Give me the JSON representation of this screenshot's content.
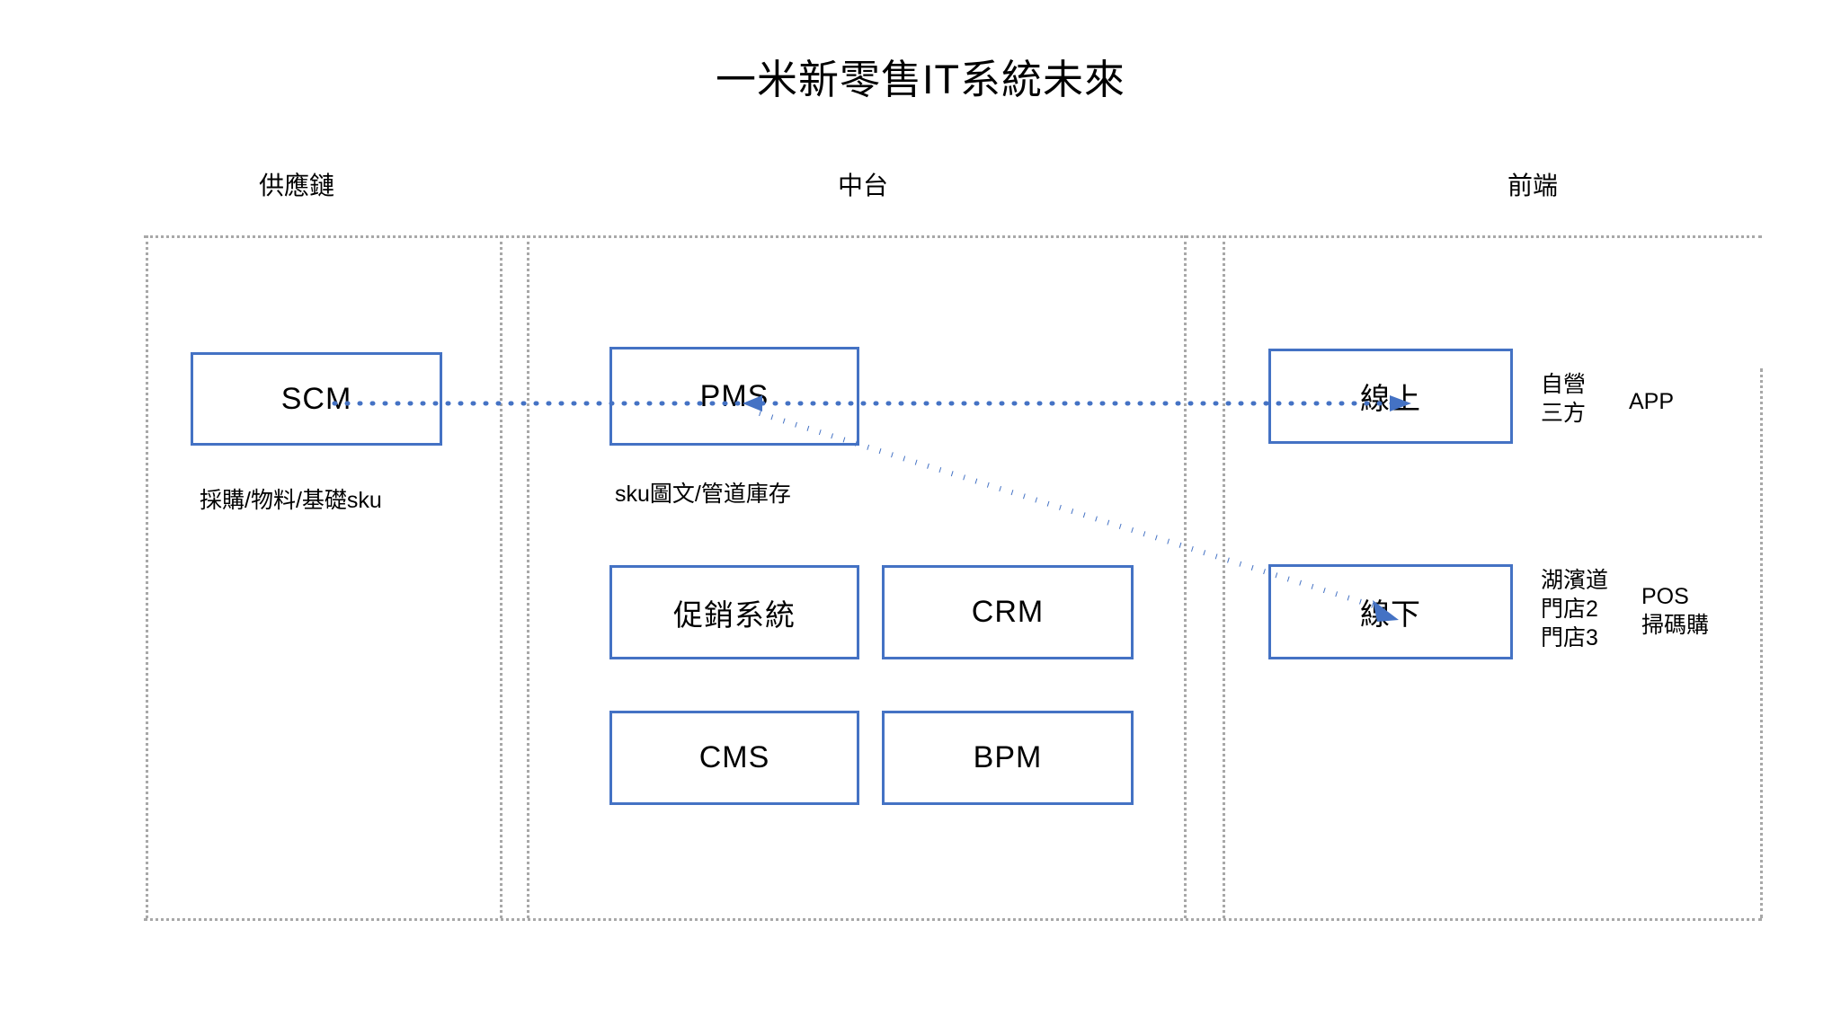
{
  "title": "一米新零售IT系統未來",
  "columns": [
    {
      "id": "supply-chain",
      "label": "供應鏈"
    },
    {
      "id": "middle-platform",
      "label": "中台"
    },
    {
      "id": "front-end",
      "label": "前端"
    }
  ],
  "boxes": {
    "scm": "SCM",
    "pms": "PMS",
    "promo": "促銷系統",
    "crm": "CRM",
    "cms": "CMS",
    "bpm": "BPM",
    "online": "線上",
    "offline": "線下"
  },
  "captions": {
    "scm": "採購/物料/基礎sku",
    "pms": "sku圖文/管道庫存"
  },
  "annotations": {
    "online_channels_line1": "自營",
    "online_channels_line2": "三方",
    "online_apps": "APP",
    "offline_stores_line1": "湖濱道",
    "offline_stores_line2": "門店2",
    "offline_stores_line3": "門店3",
    "offline_tools_line1": "POS",
    "offline_tools_line2": "掃碼購"
  },
  "colors": {
    "box_border": "#4472C4",
    "connector": "#4472C4",
    "guide": "#a8a8a8",
    "background": "#ffffff",
    "text": "#000000"
  },
  "connectors": [
    {
      "id": "scm-to-pms-to-online",
      "from": "SCM",
      "to": "線上",
      "style": "dotted",
      "arrow": "both"
    },
    {
      "id": "pms-to-offline",
      "from": "PMS",
      "to": "線下",
      "style": "dotted",
      "arrow": "end"
    }
  ]
}
